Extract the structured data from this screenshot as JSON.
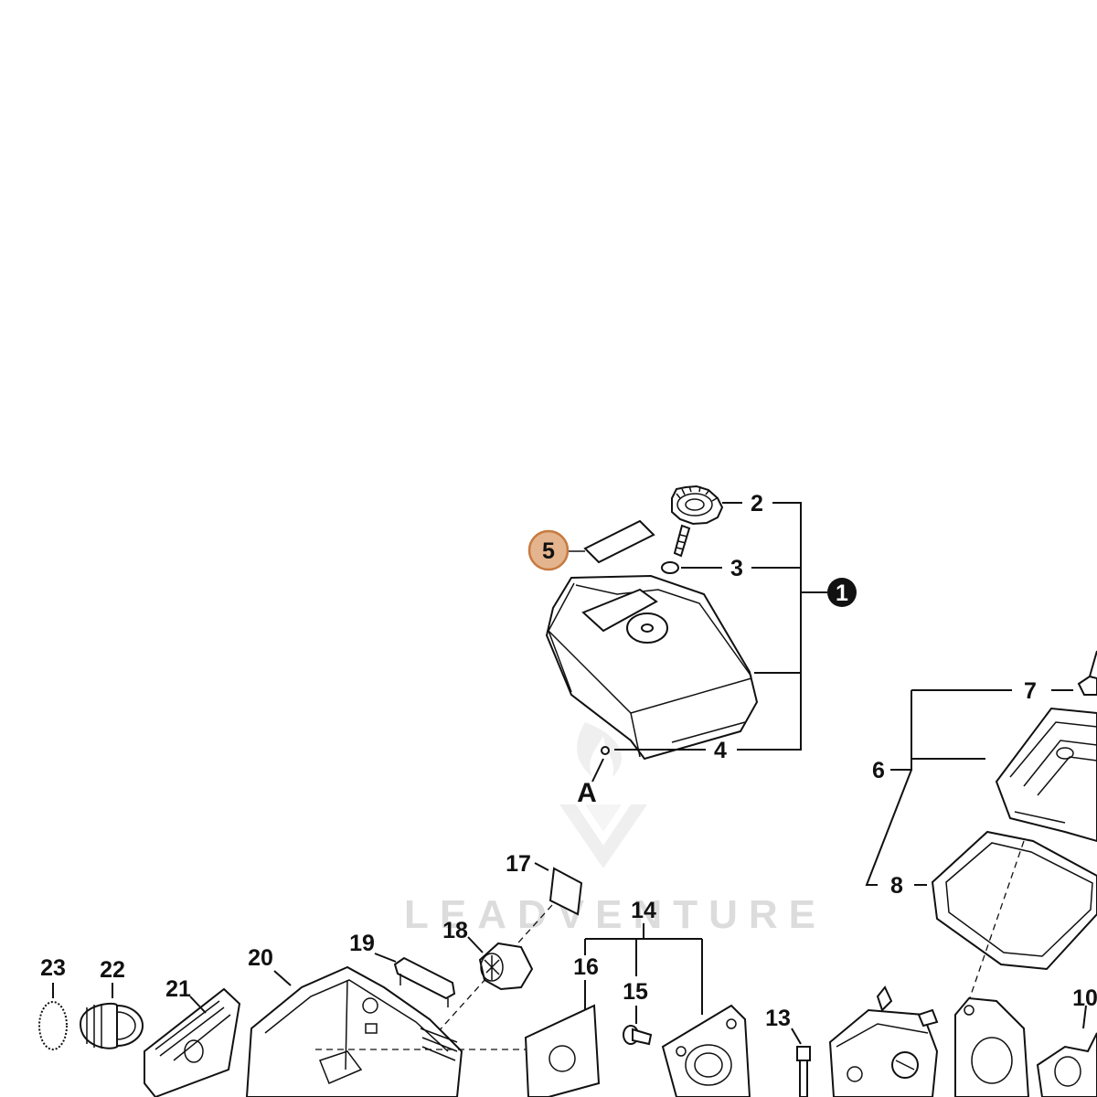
{
  "diagram": {
    "watermark": "LEADVENTURE",
    "highlight_color": "#e4b48e",
    "highlight_border": "#c77a3f",
    "callouts": {
      "c1": "1",
      "c2": "2",
      "c3": "3",
      "c4": "4",
      "c5": "5",
      "c6": "6",
      "c7": "7",
      "c8": "8",
      "c10": "10",
      "c13": "13",
      "c14": "14",
      "c15": "15",
      "c16": "16",
      "c17": "17",
      "c18": "18",
      "c19": "19",
      "c20": "20",
      "c21": "21",
      "c22": "22",
      "c23": "23",
      "cA": "A"
    }
  }
}
